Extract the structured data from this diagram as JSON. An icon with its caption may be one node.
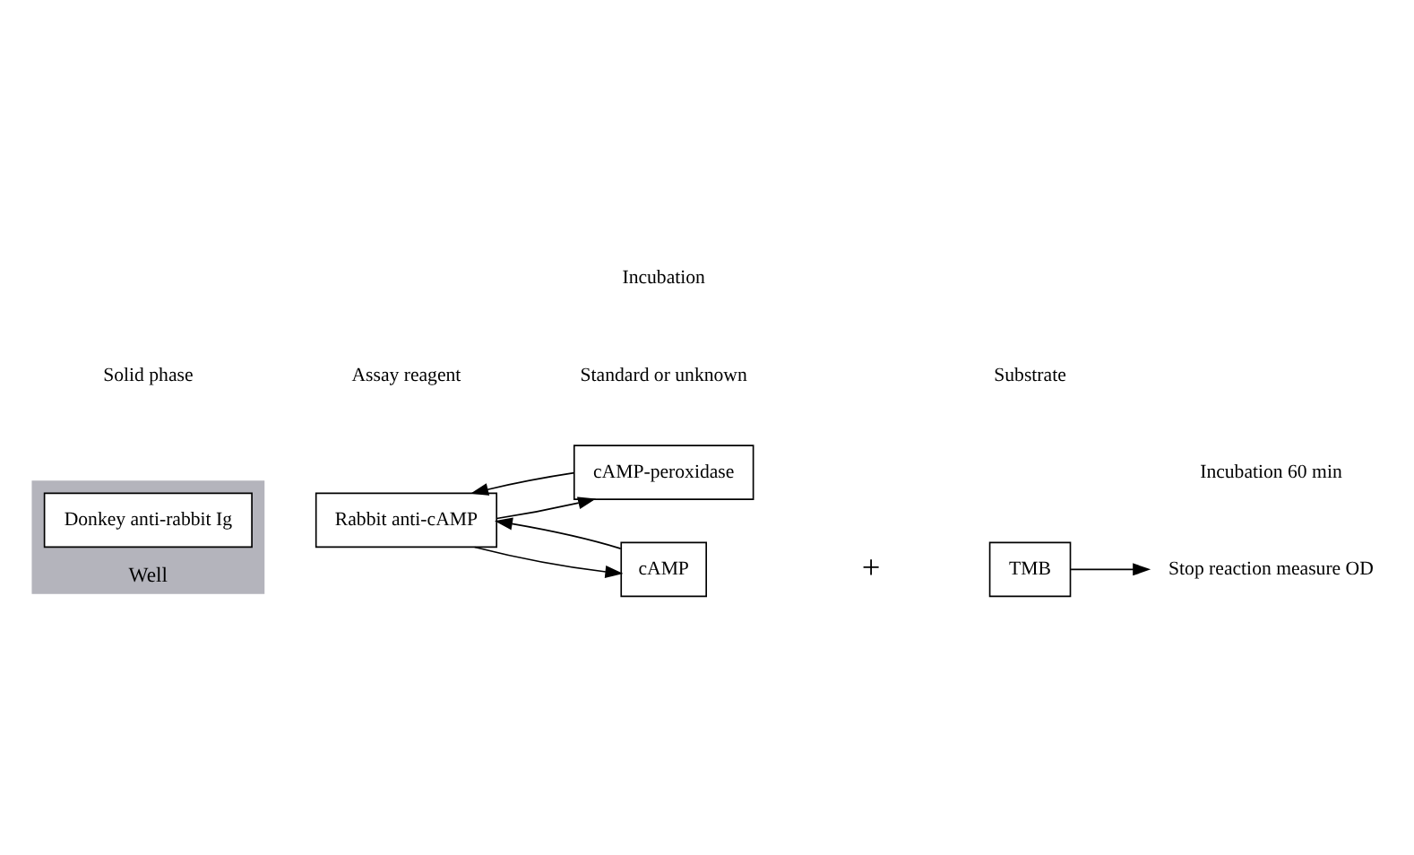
{
  "diagram": {
    "nodes": [
      {
        "text": [],
        "shape": "box",
        "beside": [
          "Well"
        ]
      },
      {
        "text": [
          "Donkey anti-rabbit Ig"
        ],
        "in": 0
      },
      {
        "text": [
          "Rabbit anti-cAMP"
        ]
      },
      {
        "text": [
          "cAMP-peroxidase"
        ]
      },
      {
        "text": [
          "cAMP"
        ]
      },
      {
        "text": [
          "TMB"
        ]
      },
      {
        "text": [
          "Stop reaction measure OD"
        ]
      }
    ],
    "edges": [
      {
        "from": 2,
        "to": 3,
        "arrow": "to"
      },
      {
        "from": 3,
        "to": 2,
        "arrow": "to"
      },
      {
        "from": 2,
        "to": 4,
        "arrow": "to"
      },
      {
        "from": 4,
        "to": 2,
        "arrow": "to"
      },
      {
        "from": 5,
        "to": 6,
        "arrow": "to"
      }
    ],
    "labels": [
      "Solid phase",
      "Assay reagent",
      "Standard or unknown",
      "Substrate",
      "+",
      "Incubation",
      "Incubation 60 min"
    ]
  }
}
